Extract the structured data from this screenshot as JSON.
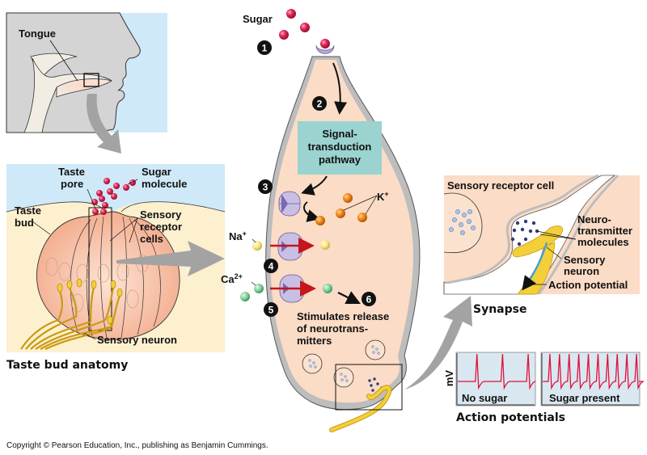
{
  "title": "Sensory transduction in taste (sweet) receptor cells",
  "colors": {
    "sky": "#cfe9f8",
    "head_gray": "#d4d4d4",
    "tissue_cream": "#fdf0cf",
    "cell_peach": "#fbdcc6",
    "membrane_gray": "#bdbdbd",
    "sugar_red": "#d81e4f",
    "receptor_purple": "#b6a8d4",
    "pathway_box": "#9ad3cf",
    "k_orange": "#f08b1c",
    "na_yellow": "#fbe98d",
    "ca_green": "#88d1a0",
    "arrow_red": "#c4161c",
    "neuron_yellow": "#f3cf3a",
    "graph_bg": "#d9e7f0",
    "trace_red": "#e0103a",
    "gray_arrow": "#a3a3a3"
  },
  "panels": {
    "tongue": {
      "label": "Tongue"
    },
    "taste_bud": {
      "caption": "Taste bud anatomy",
      "labels": {
        "taste_pore_1": "Taste",
        "taste_pore_2": "pore",
        "sugar_molecule_1": "Sugar",
        "sugar_molecule_2": "molecule",
        "taste_bud_1": "Taste",
        "taste_bud_2": "bud",
        "receptor_1": "Sensory",
        "receptor_2": "receptor",
        "receptor_3": "cells",
        "sensory_neuron": "Sensory neuron"
      }
    },
    "receptor_cell": {
      "sugar_label": "Sugar",
      "steps": [
        "1",
        "2",
        "3",
        "4",
        "5",
        "6"
      ],
      "pathway_box": [
        "Signal-",
        "transduction",
        "pathway"
      ],
      "k_ion": "K",
      "k_charge": "+",
      "na_ion": "Na",
      "na_charge": "+",
      "ca_ion": "Ca",
      "ca_charge": "2+",
      "release_text": [
        "Stimulates release",
        "of neurotrans-",
        "mitters"
      ]
    },
    "synapse": {
      "caption": "Synapse",
      "cell_label": "Sensory receptor cell",
      "nt_label": [
        "Neuro-",
        "transmitter",
        "molecules"
      ],
      "neuron_label": [
        "Sensory",
        "neuron"
      ],
      "ap_label": "Action potential"
    },
    "action_potentials": {
      "caption": "Action potentials",
      "y_axis_label": "mV",
      "graphs": [
        {
          "label": "No sugar",
          "spike_count": 3
        },
        {
          "label": "Sugar present",
          "spike_count": 10
        }
      ]
    }
  },
  "copyright": "Copyright © Pearson Education, Inc., publishing as Benjamin Cummings."
}
